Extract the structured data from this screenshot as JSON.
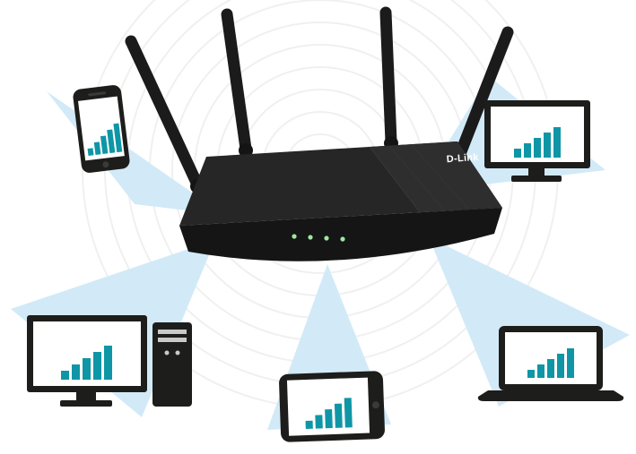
{
  "router": {
    "brand": "D-Link",
    "led_count": 4
  },
  "devices": [
    {
      "name": "smartphone",
      "signal_bars": 5
    },
    {
      "name": "monitor",
      "signal_bars": 5
    },
    {
      "name": "desktop-pc",
      "signal_bars": 5
    },
    {
      "name": "tablet",
      "signal_bars": 5
    },
    {
      "name": "laptop",
      "signal_bars": 5
    }
  ],
  "colors": {
    "signal_teal": "#0f96a6",
    "beam_blue": "#d2eaf7",
    "device_black": "#1d1d1b",
    "screen_white": "#ffffff",
    "ripple_gray": "#f0f0f0",
    "led_green": "#9fe6a0",
    "router_top": "#262626",
    "router_top_light": "#2e2e2e",
    "router_front": "#151515"
  }
}
